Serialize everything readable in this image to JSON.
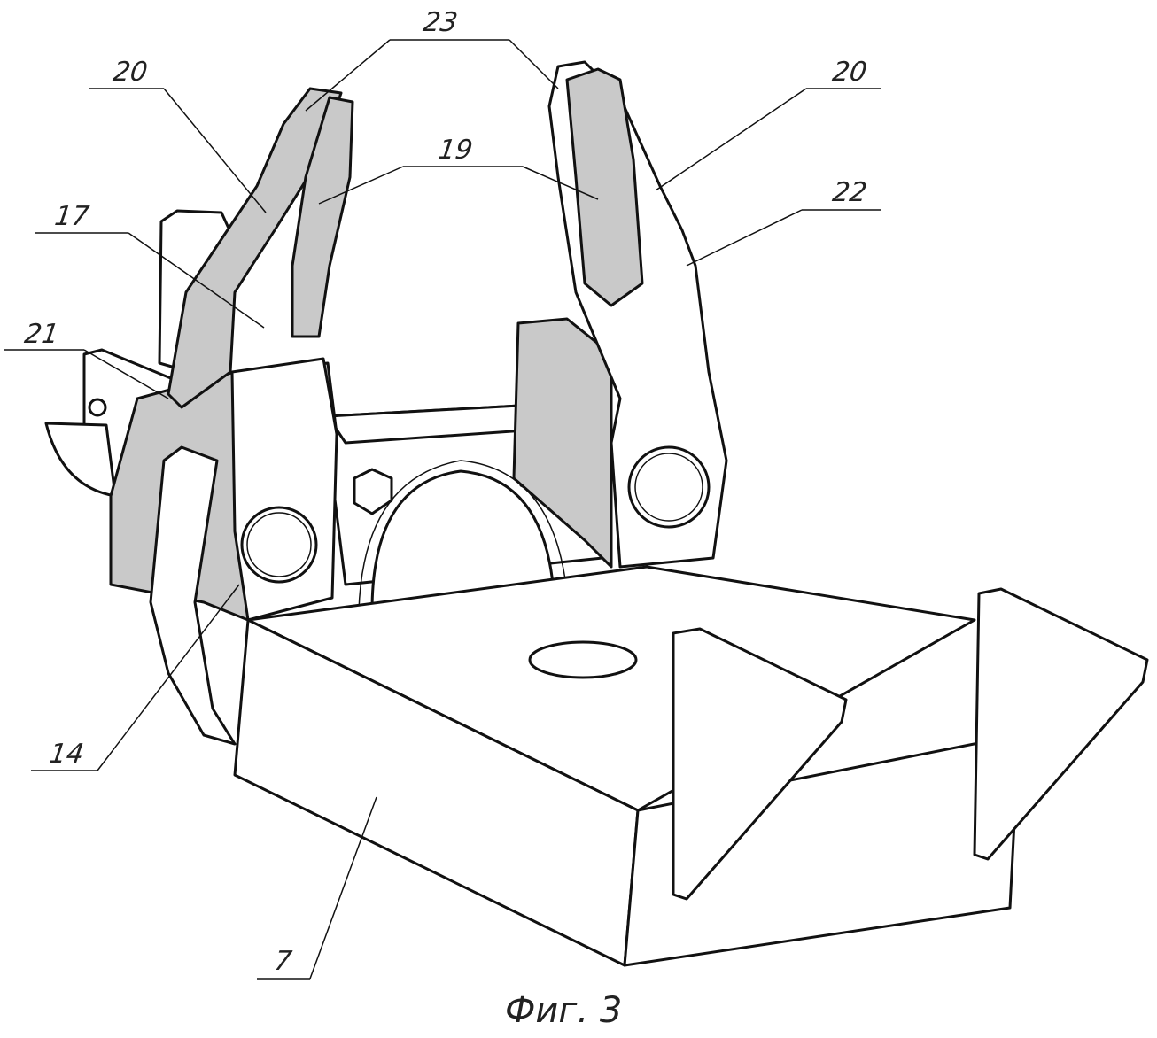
{
  "figure": {
    "caption": "Фиг. 3",
    "labels": {
      "l23": "23",
      "l20_left": "20",
      "l19": "19",
      "l20_right": "20",
      "l22": "22",
      "l17": "17",
      "l21": "21",
      "l14": "14",
      "l7": "7"
    }
  }
}
